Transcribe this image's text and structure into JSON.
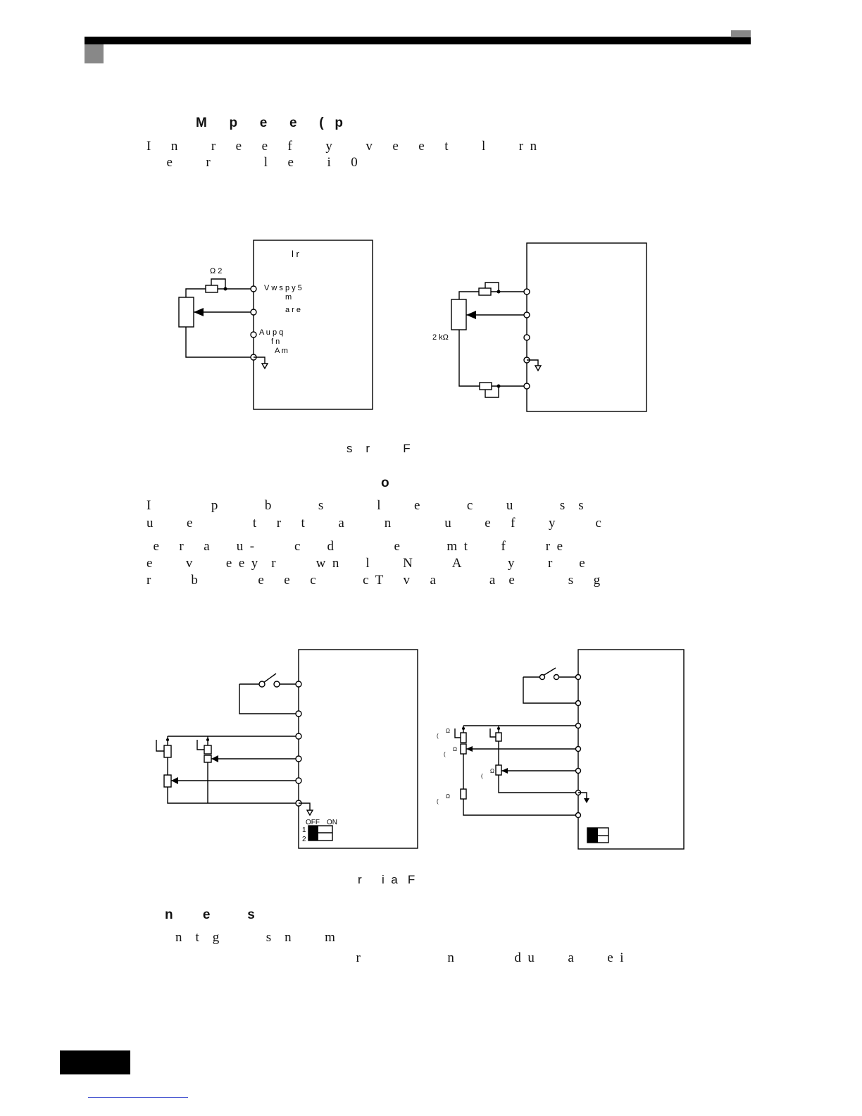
{
  "section1": {
    "heading": "M      p      e      e      (   p",
    "lines": [
      "I      n          r      e      e      f          y          v      e      e      t          l          r  n",
      "      e          r                l      e          i      0"
    ]
  },
  "figure1": {
    "left": {
      "title": "l      r",
      "resistor_label": "Ω  2",
      "terminal1": "V      w    s  p  y    5",
      "terminal1b": "m",
      "terminal2": "a    r              e",
      "terminal3": "A      u          p          q",
      "terminal3b": "f      n",
      "terminal3c": "A          m"
    },
    "right": {
      "resistor_label": "2  kΩ"
    },
    "caption": "s    r          F"
  },
  "section2": {
    "heading": "o",
    "para1": [
      "I                  p              b              s                l          e              c          u              s    s",
      "u          e                  t      r      t          a            n                u          e      f          y            c"
    ],
    "para2": [
      "  e      r      a        u  -            c        d                  e              m  t          f            r  e",
      "e          v          e  e  y    r            w  n        l          N            A              y          r        e",
      "r            b                  e      e      c              c  T      v      a                a    e                s      g"
    ]
  },
  "figure2": {
    "dip_off": "OFF",
    "dip_on": "ON",
    "dip_1": "1",
    "dip_2": "2",
    "omega": "Ω",
    "paren": "(",
    "caption": "r      i  a   F"
  },
  "section3": {
    "heading": "n        e          s",
    "lines": [
      "    n    t    g              s    n          m",
      "                                                          r                          n                  d  u          a          e  i"
    ]
  }
}
